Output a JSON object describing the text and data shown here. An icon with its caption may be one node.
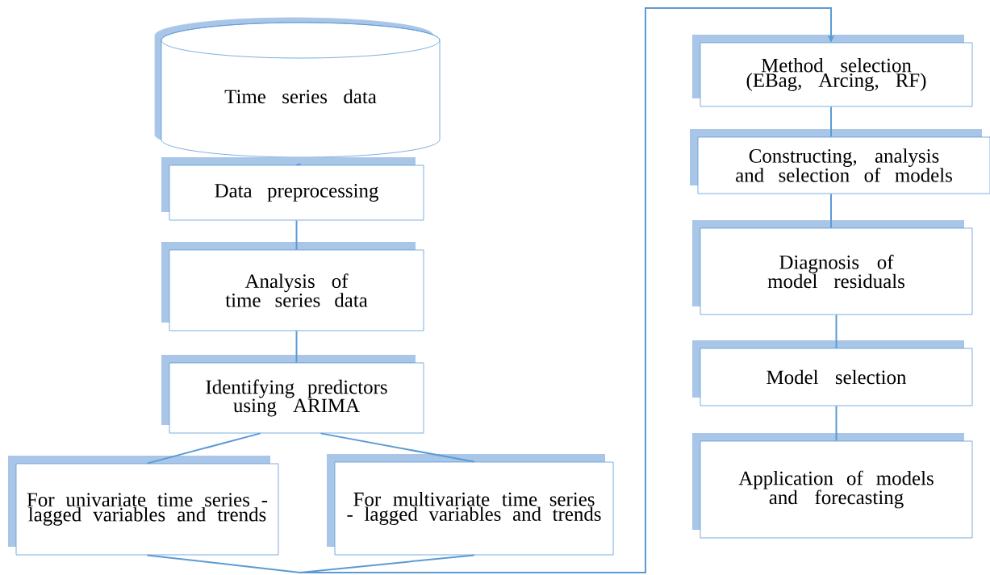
{
  "diagram": {
    "nodes": [
      {
        "text": [
          "Time series data"
        ]
      },
      {
        "text": [
          "Data preprocessing"
        ]
      },
      {
        "text": [
          "Analysis of time series data"
        ]
      },
      {
        "text": [
          "Identifying predictors using ARIMA"
        ]
      },
      {
        "text": [
          "For univariate time series - lagged variables and trends"
        ]
      },
      {
        "text": [
          "For multivariate time series - lagged variables and trends"
        ]
      },
      {
        "text": [
          "Method selection (EBag, Arcing, RF)"
        ]
      },
      {
        "text": [
          "Constructing, analysis and selection of models"
        ]
      },
      {
        "text": [
          "Diagnosis of model residuals"
        ]
      },
      {
        "text": [
          "Model selection"
        ]
      },
      {
        "text": [
          "Application of models and forecasting"
        ]
      }
    ],
    "edges": [
      {
        "from": 0,
        "to": 1,
        "arrow": "none"
      },
      {
        "from": 1,
        "to": 2,
        "arrow": "none"
      },
      {
        "from": 2,
        "to": 3,
        "arrow": "none"
      },
      {
        "from": 3,
        "to": 4,
        "arrow": "none"
      },
      {
        "from": 3,
        "to": 5,
        "arrow": "none"
      },
      {
        "from": 4,
        "to": 6,
        "arrow": "to"
      },
      {
        "from": 5,
        "to": 6,
        "arrow": "to"
      },
      {
        "from": 6,
        "to": 7,
        "arrow": "none"
      },
      {
        "from": 7,
        "to": 8,
        "arrow": "none"
      },
      {
        "from": 8,
        "to": 9,
        "arrow": "none"
      },
      {
        "from": 9,
        "to": 10,
        "arrow": "none"
      }
    ]
  }
}
